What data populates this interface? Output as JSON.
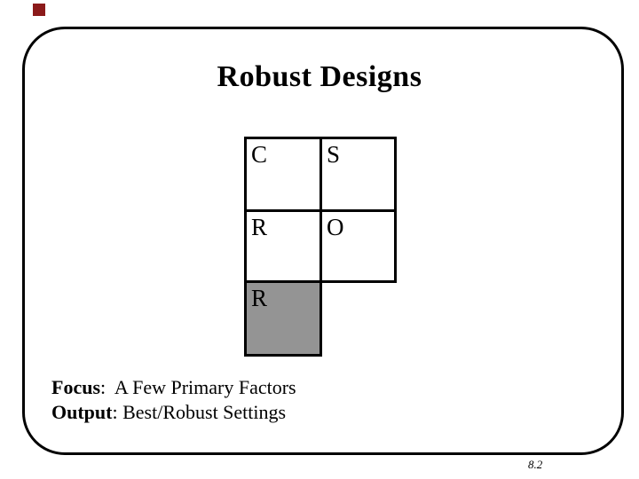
{
  "slide": {
    "title": "Robust Designs",
    "page_number": "8.2",
    "corner_marker_color": "#8B1A1A",
    "grid": {
      "shaded_cell_color": "#949494",
      "cells": [
        {
          "label": "C"
        },
        {
          "label": "S"
        },
        {
          "label": "R"
        },
        {
          "label": "O"
        },
        {
          "label": "R"
        }
      ]
    },
    "footer_lines": [
      {
        "label": "Focus",
        "separator": ":  ",
        "text": "A Few Primary Factors"
      },
      {
        "label": "Output",
        "separator": ": ",
        "text": "Best/Robust Settings"
      }
    ]
  }
}
